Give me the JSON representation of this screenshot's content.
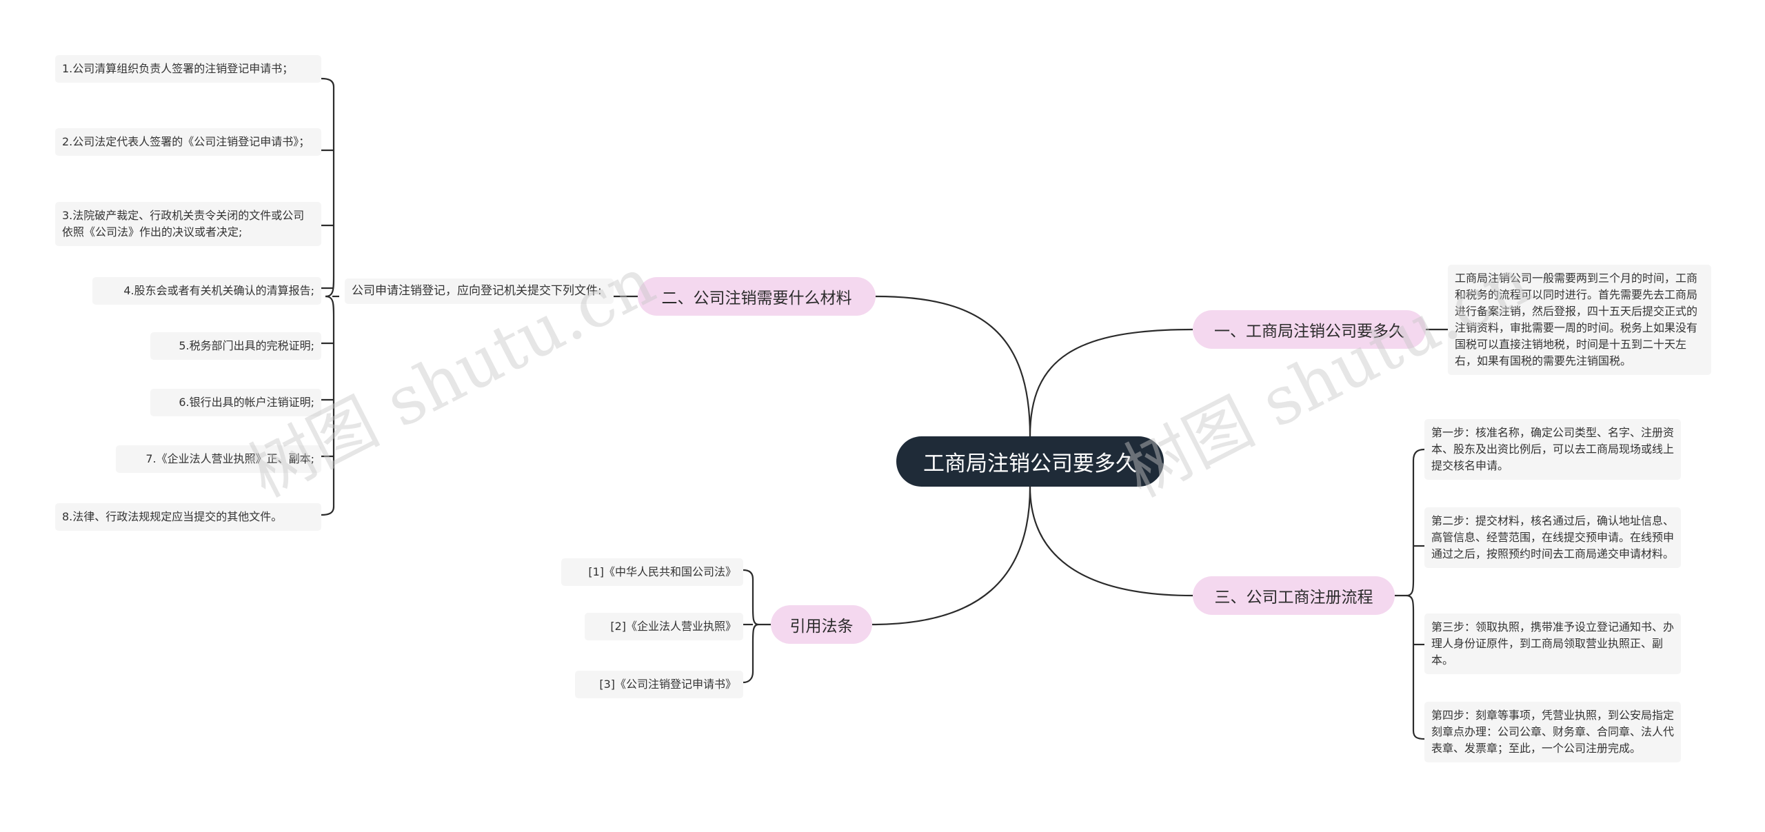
{
  "root": {
    "label": "工商局注销公司要多久"
  },
  "branches": {
    "b1": {
      "label": "一、工商局注销公司要多久"
    },
    "b2": {
      "label": "二、公司注销需要什么材料"
    },
    "b3": {
      "label": "三、公司工商注册流程"
    },
    "b4": {
      "label": "引用法条"
    }
  },
  "b1_text": "工商局注销公司一般需要两到三个月的时间，工商和税务的流程可以同时进行。首先需要先去工商局进行备案注销，然后登报，四十五天后提交正式的注销资料，审批需要一周的时间。税务上如果没有国税可以直接注销地税，时间是十五到二十天左右，如果有国税的需要先注销国税。",
  "b2_intro": "公司申请注销登记，应向登记机关提交下列文件:",
  "b2_items": [
    "1.公司清算组织负责人签署的注销登记申请书；",
    "2.公司法定代表人签署的《公司注销登记申请书》；",
    "3.法院破产裁定、行政机关责令关闭的文件或公司依照《公司法》作出的决议或者决定;",
    "4.股东会或者有关机关确认的清算报告;",
    "5.税务部门出具的完税证明;",
    "6.银行出具的帐户注销证明;",
    "7.《企业法人营业执照》正、副本;",
    "8.法律、行政法规规定应当提交的其他文件。"
  ],
  "b3_items": [
    "第一步：核准名称，确定公司类型、名字、注册资本、股东及出资比例后，可以去工商局现场或线上提交核名申请。",
    "第二步：提交材料，核名通过后，确认地址信息、高管信息、经营范围，在线提交预申请。在线预申通过之后，按照预约时间去工商局递交申请材料。",
    "第三步：领取执照，携带准予设立登记通知书、办理人身份证原件，到工商局领取营业执照正、副本。",
    "第四步：刻章等事项，凭营业执照，到公安局指定刻章点办理：公司公章、财务章、合同章、法人代表章、发票章；至此，一个公司注册完成。"
  ],
  "b4_items": [
    "[1]《中华人民共和国公司法》",
    "[2]《企业法人营业执照》",
    "[3]《公司注销登记申请书》"
  ],
  "watermarks": [
    "树图 shutu.cn",
    "树图 shutu.cn"
  ],
  "colors": {
    "root_bg": "#1f2b38",
    "branch_bg": "#f4d8ef",
    "leaf_bg": "#f5f5f5",
    "line": "#2b2b2b"
  }
}
